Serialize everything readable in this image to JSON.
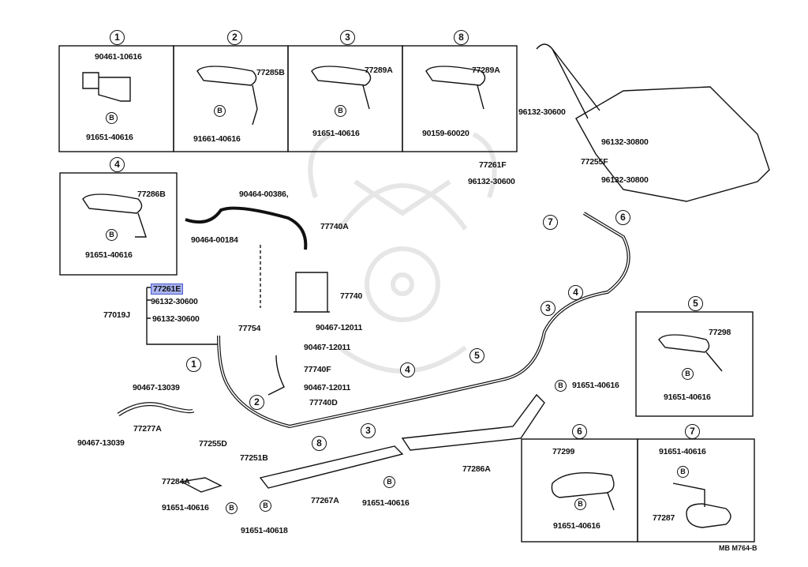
{
  "diagram": {
    "code": "MB M764-B",
    "highlight_color": "#a9b3ef",
    "bolt_symbol": "B",
    "insets": [
      {
        "ref": "1",
        "parts": [
          "90461-10616",
          "91651-40616"
        ]
      },
      {
        "ref": "2",
        "parts": [
          "77285B",
          "91661-40616"
        ]
      },
      {
        "ref": "3",
        "parts": [
          "77289A",
          "91651-40616"
        ]
      },
      {
        "ref": "8",
        "parts": [
          "77289A",
          "90159-60020"
        ]
      },
      {
        "ref": "4",
        "parts": [
          "77286B",
          "91651-40616"
        ]
      },
      {
        "ref": "5",
        "parts": [
          "77298",
          "91651-40616"
        ]
      },
      {
        "ref": "6",
        "parts": [
          "77299",
          "91651-40616"
        ]
      },
      {
        "ref": "7",
        "parts": [
          "91651-40616",
          "77287"
        ]
      }
    ],
    "main": {
      "tank_parts": [
        "96132-30600",
        "96132-30800",
        "77261F",
        "77255F",
        "96132-30600",
        "96132-30800"
      ],
      "canister_parts": [
        "90464-00386,",
        "77740A",
        "90464-00184",
        "77740",
        "77754",
        "90467-12011",
        "90467-12011",
        "77740F",
        "90467-12011",
        "77740D"
      ],
      "hose_kit": {
        "label": "77019J",
        "items": [
          "77261E",
          "96132-30600",
          "96132-30600"
        ],
        "selected": "77261E"
      },
      "lines": [
        "90467-13039",
        "77277A",
        "90467-13039",
        "77255D",
        "77251B"
      ],
      "brackets": [
        "77284A",
        "91651-40616",
        "91651-40618",
        "77267A",
        "91651-40616",
        "77286A",
        "91651-40616"
      ],
      "clamp_refs": [
        "1",
        "2",
        "8",
        "3",
        "4",
        "5",
        "3",
        "4",
        "6",
        "7"
      ]
    }
  }
}
